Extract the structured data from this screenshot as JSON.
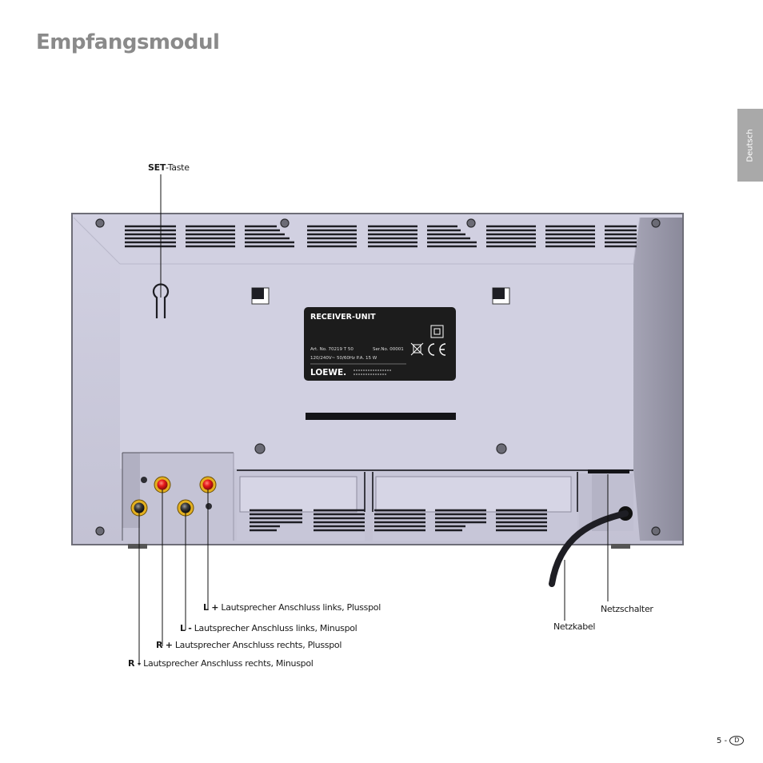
{
  "page": {
    "title": "Empfangsmodul",
    "language_tab": "Deutsch",
    "page_number": "5 -",
    "page_letter": "D"
  },
  "labels": {
    "set_bold": "SET",
    "set_rest": "-Taste",
    "l_plus_bold": "L +",
    "l_plus_text": "Lautsprecher Anschluss links,  Plusspol",
    "l_minus_bold": "L -",
    "l_minus_text": "Lautsprecher Anschluss links,  Minuspol",
    "r_plus_bold": "R +",
    "r_plus_text": "Lautsprecher Anschluss rechts,  Plusspol",
    "r_minus_bold": "R -",
    "r_minus_text": "Lautsprecher Anschluss rechts,  Minuspol",
    "netzschalter": "Netzschalter",
    "netzkabel": "Netzkabel"
  },
  "type_label": {
    "heading": "RECEIVER-UNIT",
    "art": "Art. No.  70219 T 50",
    "ser": "Ser.No. 00001",
    "power": "120/240V~  50/60Hz  P.A. 15 W",
    "brand": "LOEWE."
  },
  "colors": {
    "title": "#8a8a8a",
    "tab": "#a9a9a9",
    "housing": "#c8c7d8",
    "housing_dark": "#8e8ea0",
    "terminal_red": "#e8191a",
    "terminal_black": "#2b2b2b",
    "terminal_ring": "#e3b020"
  }
}
